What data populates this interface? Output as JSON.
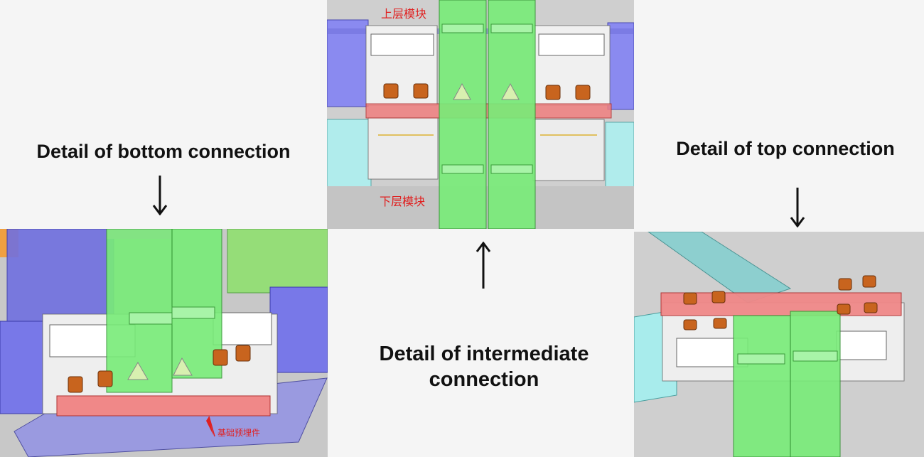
{
  "labels": {
    "bottom": "Detail of bottom connection",
    "top": "Detail of top connection",
    "intermediate_line1": "Detail of intermediate",
    "intermediate_line2": "connection",
    "upper_module": "上层模块",
    "lower_module": "下层模块",
    "embedded_part": "基础预埋件"
  },
  "colors": {
    "column_green": "#72e872",
    "beam_blue": "#8080f0",
    "beam_cyan": "#a8e8e8",
    "plate_red": "#e87070",
    "bolt_orange": "#c8641e",
    "label_red": "#e02020",
    "floor_gray": "#c8c8c8"
  }
}
